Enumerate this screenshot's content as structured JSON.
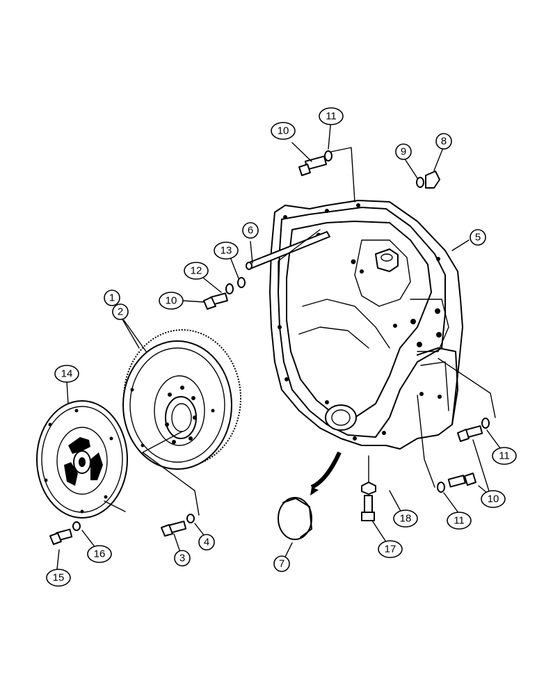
{
  "callouts": [
    {
      "id": "c1",
      "label": "1"
    },
    {
      "id": "c2",
      "label": "2"
    },
    {
      "id": "c3",
      "label": "3"
    },
    {
      "id": "c4",
      "label": "4"
    },
    {
      "id": "c5",
      "label": "5"
    },
    {
      "id": "c6",
      "label": "6"
    },
    {
      "id": "c7",
      "label": "7"
    },
    {
      "id": "c8",
      "label": "8"
    },
    {
      "id": "c9",
      "label": "9"
    },
    {
      "id": "c10a",
      "label": "10"
    },
    {
      "id": "c10b",
      "label": "10"
    },
    {
      "id": "c10c",
      "label": "10"
    },
    {
      "id": "c11a",
      "label": "11"
    },
    {
      "id": "c11b",
      "label": "11"
    },
    {
      "id": "c11c",
      "label": "11"
    },
    {
      "id": "c12",
      "label": "12"
    },
    {
      "id": "c13",
      "label": "13"
    },
    {
      "id": "c14",
      "label": "14"
    },
    {
      "id": "c15",
      "label": "15"
    },
    {
      "id": "c16",
      "label": "16"
    },
    {
      "id": "c17",
      "label": "17"
    },
    {
      "id": "c18",
      "label": "18"
    }
  ]
}
